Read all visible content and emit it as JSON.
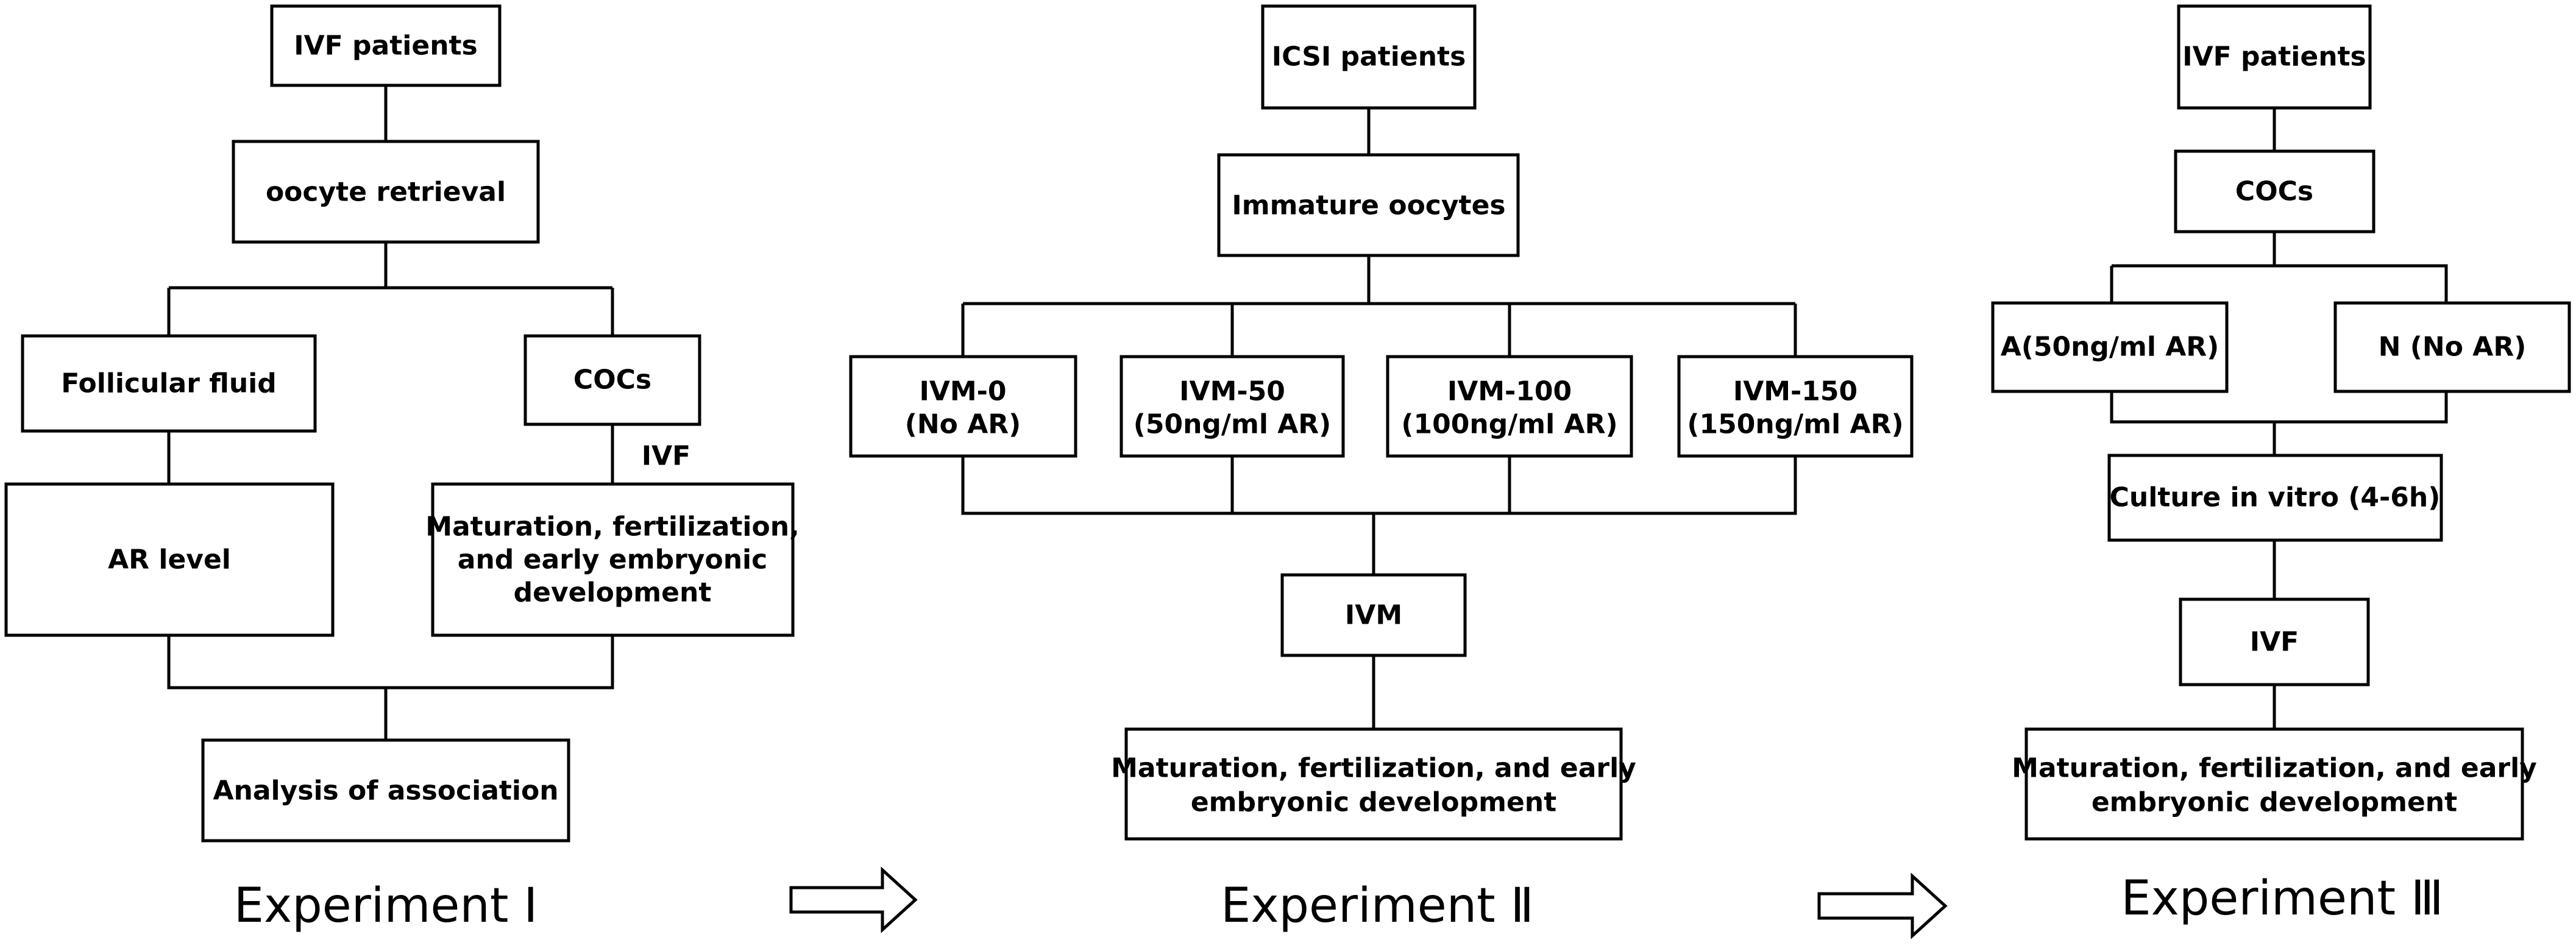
{
  "experiment1": {
    "caption": "Experiment Ⅰ",
    "ivf_patients": "IVF patients",
    "oocyte_retrieval": "oocyte retrieval",
    "follicular_fluid": "Follicular fluid",
    "cocs": "COCs",
    "ivf_label": "IVF",
    "ar_level": "AR level",
    "outcome_lines": [
      "Maturation, fertilization,",
      "and early embryonic",
      "development"
    ],
    "analysis": "Analysis of association"
  },
  "experiment2": {
    "caption": "Experiment Ⅱ",
    "icsi_patients": "ICSI patients",
    "immature_oocytes": "Immature oocytes",
    "groups": [
      {
        "line1": "IVM-0",
        "line2": "(No AR)"
      },
      {
        "line1": "IVM-50",
        "line2": "(50ng/ml AR)"
      },
      {
        "line1": "IVM-100",
        "line2": "(100ng/ml AR)"
      },
      {
        "line1": "IVM-150",
        "line2": "(150ng/ml AR)"
      }
    ],
    "ivm": "IVM",
    "outcome_lines": [
      "Maturation, fertilization, and early",
      "embryonic development"
    ]
  },
  "experiment3": {
    "caption": "Experiment Ⅲ",
    "ivf_patients": "IVF patients",
    "cocs": "COCs",
    "group_a": "A(50ng/ml AR)",
    "group_n": "N (No AR)",
    "culture": "Culture in vitro (4-6h)",
    "ivf": "IVF",
    "outcome_lines": [
      "Maturation, fertilization, and early",
      "embryonic development"
    ]
  },
  "icons": [
    "right-arrow-icon",
    "right-arrow-icon"
  ]
}
